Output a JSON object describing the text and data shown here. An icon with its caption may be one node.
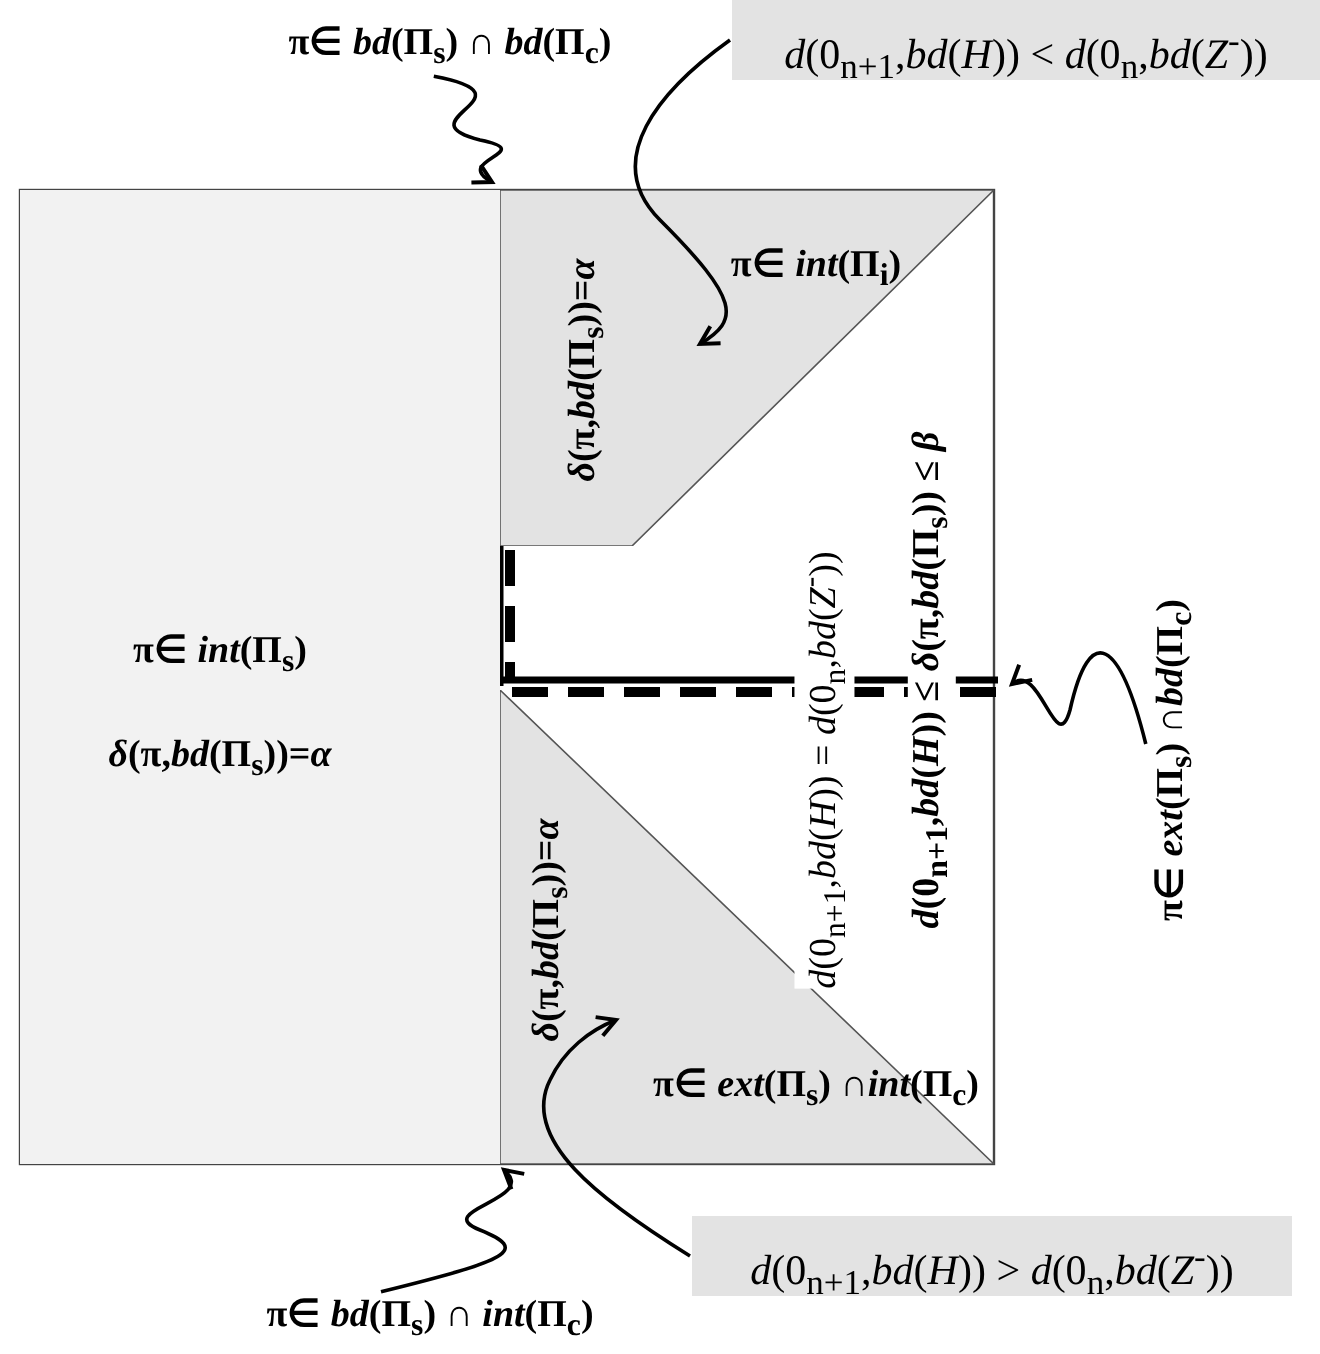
{
  "diagram": {
    "nodes": [
      {
        "text": [
          "π∈ *int*(Π$_{s}$)",
          "*δ*(π,*bd*(Π$_{s}$))=*α*"
        ]
      },
      {
        "text": [
          "*δ*(π,*bd*(Π$_{s}$))=*α*",
          "π∈ *int*(Π$_{i}$)"
        ]
      },
      {
        "text": [
          "*δ*(π,*bd*(Π$_{s}$))=*α*",
          "π∈ *ext*(Π$_{s}$) ∩*int*(Π$_{c}$)"
        ]
      },
      {
        "text": [
          "*d*(0$_{n+1}$,*bd*(*H*)) < *d*(0$_{n}$,*bd*(*Z*$^{-}$))"
        ]
      },
      {
        "text": [
          "*d*(0$_{n+1}$,*bd*(*H*)) > *d*(0$_{n}$,*bd*(*Z*$^{-}$))"
        ]
      },
      {
        "text": [
          "π∈ *bd*(Π$_{s}$) ∩ *bd*(Π$_{c}$)"
        ]
      },
      {
        "text": [
          "π∈ *ext*(Π$_{s}$) ∩*bd*(Π$_{c}$)"
        ]
      },
      {
        "text": [
          "π∈ *bd*(Π$_{s}$) ∩ *int*(Π$_{c}$)"
        ]
      }
    ],
    "edges": [
      {
        "from": 3,
        "to": 1,
        "arrow": "to"
      },
      {
        "from": 4,
        "to": 2,
        "arrow": "to"
      },
      {
        "from": 5,
        "to": 1,
        "arrow": "to"
      },
      {
        "from": 6,
        "to": null,
        "arrow": "to"
      },
      {
        "from": 7,
        "to": 2,
        "arrow": "to"
      }
    ],
    "labels": [
      "*d*(0$_{n+1}$,*bd*(*H*)) = *d*(0$_{n}$,*bd*(*Z*$^{-}$))",
      "*d*(0$_{n+1}$,*bd*(*H*)) ≤ *δ*(π,*bd*(Π$_{s}$)) ≤ *β*"
    ]
  }
}
